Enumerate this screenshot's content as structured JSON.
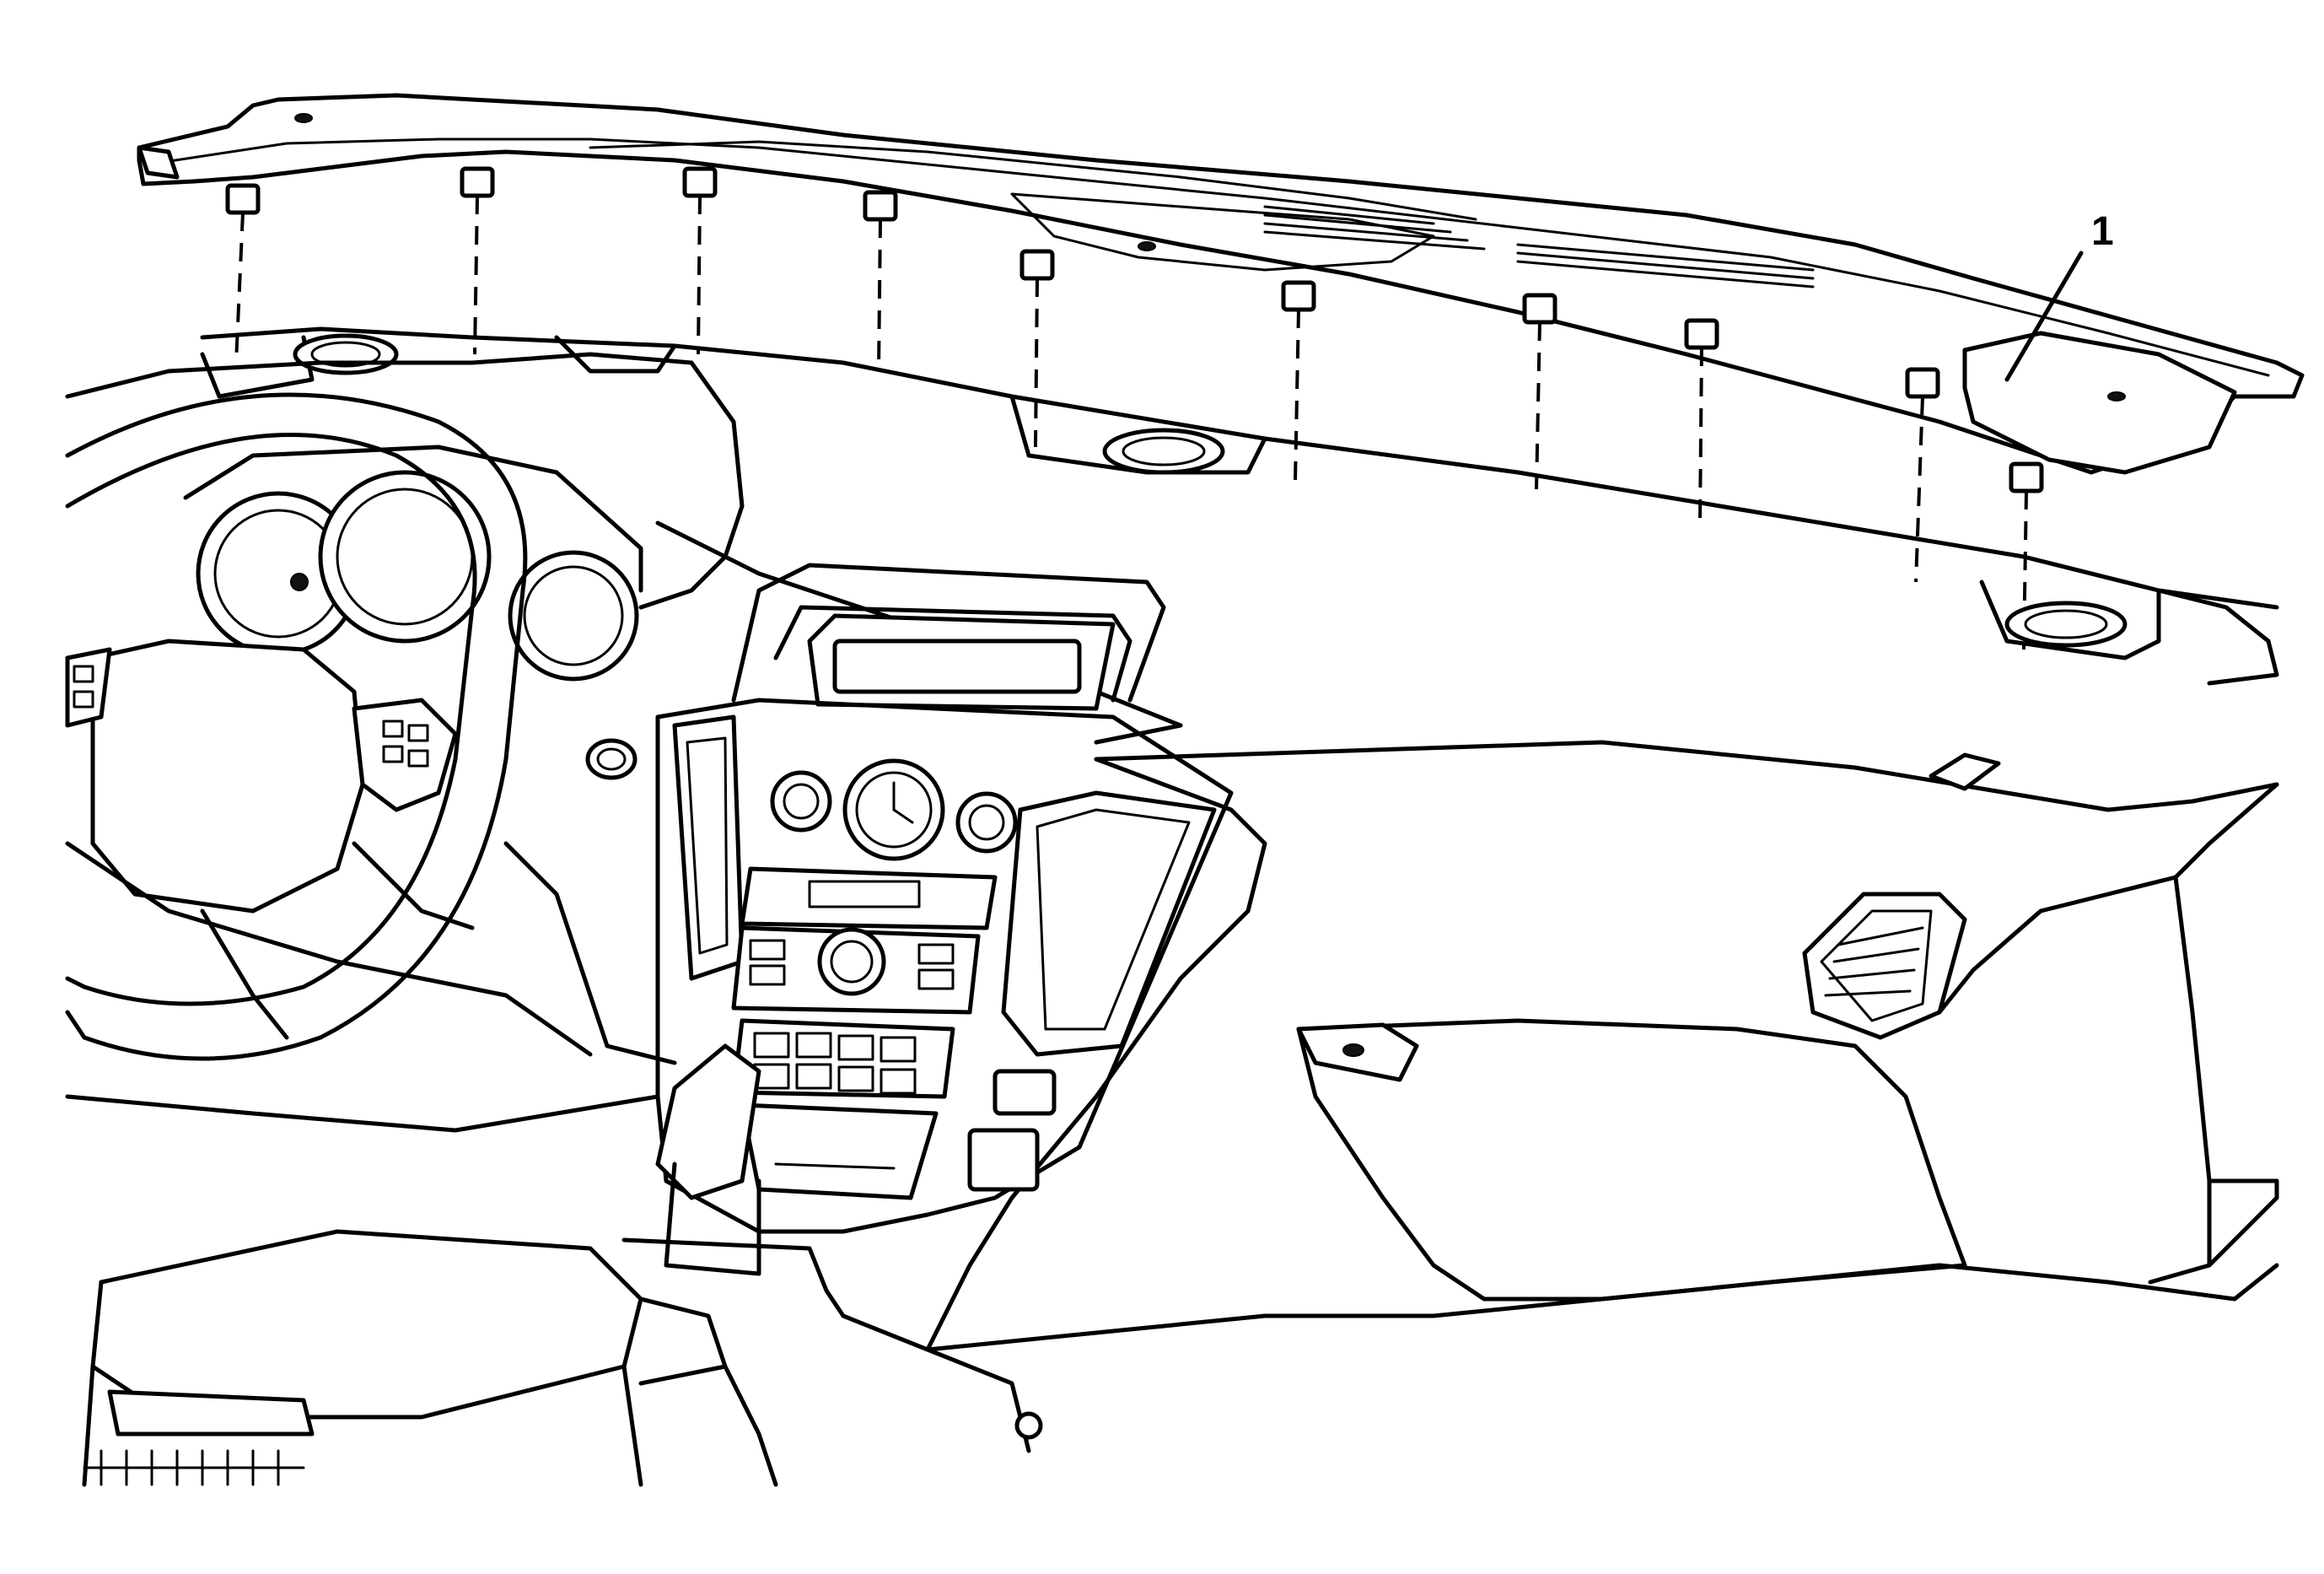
{
  "diagram": {
    "callouts": [
      {
        "id": "1",
        "label": "1"
      }
    ],
    "parts": {
      "upper_trim_panel": "upper-instrument-panel-trim-panel",
      "instrument_panel": "instrument-panel-assembly",
      "steering_wheel": "steering-wheel",
      "cluster": "instrument-cluster",
      "center_stack": "center-stack-controls",
      "glove_box": "glove-box-door",
      "console": "floor-console"
    },
    "fastener_count": 10
  }
}
